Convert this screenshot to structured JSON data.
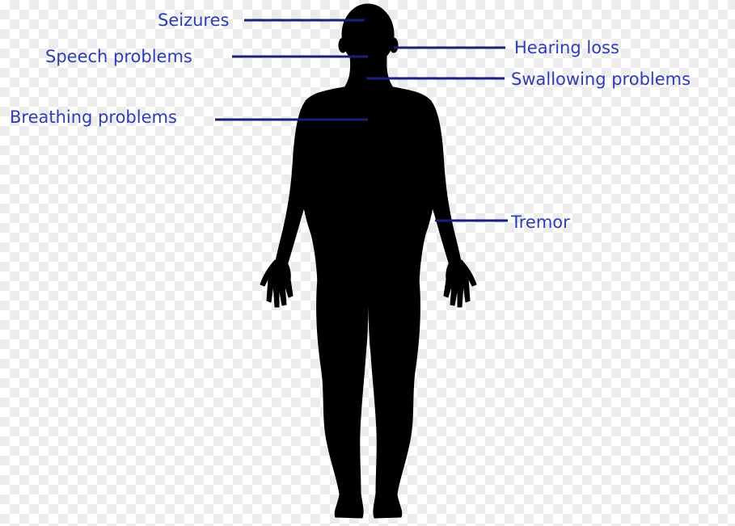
{
  "labels": {
    "seizures": "Seizures",
    "speech": "Speech problems",
    "breathing": "Breathing problems",
    "hearing": "Hearing loss",
    "swallowing": "Swallowing problems",
    "tremor": "Tremor"
  },
  "colors": {
    "label_text": "#2f3db5",
    "leader_line": "#1a1f7a",
    "silhouette": "#000000"
  }
}
